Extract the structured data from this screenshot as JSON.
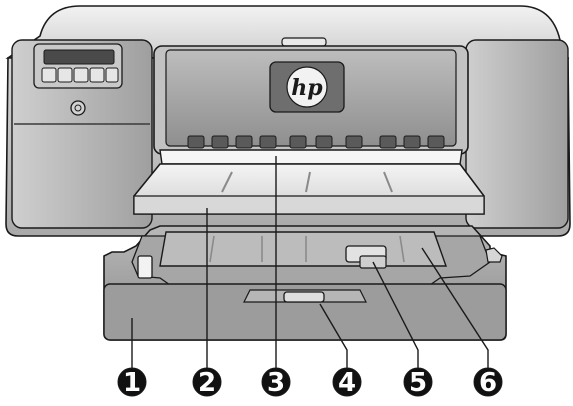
{
  "figure": {
    "subject": "printer",
    "brand_logo_text": "hp"
  },
  "callouts": [
    {
      "number": "1"
    },
    {
      "number": "2"
    },
    {
      "number": "3"
    },
    {
      "number": "4"
    },
    {
      "number": "5"
    },
    {
      "number": "6"
    }
  ],
  "colors": {
    "outline": "#1a1a1a",
    "body_light": "#dcdcdc",
    "body_mid": "#b4b4b4",
    "body_dark": "#8a8a8a",
    "marker_fill": "#111111"
  }
}
